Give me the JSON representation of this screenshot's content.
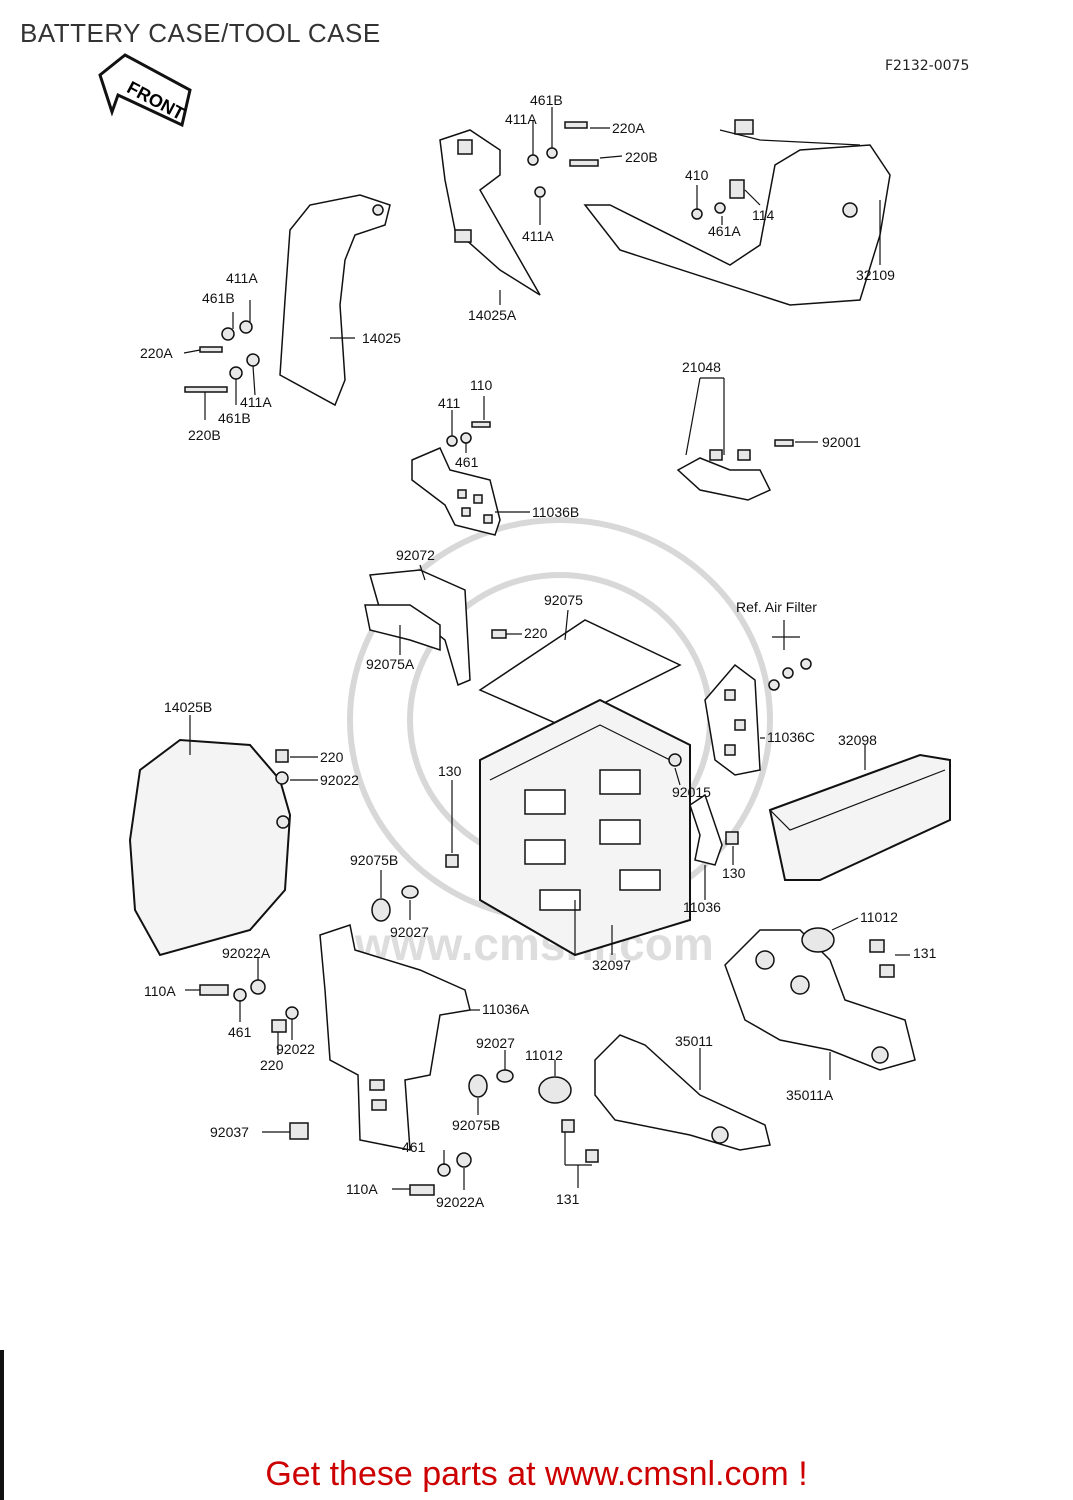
{
  "header": {
    "title": "BATTERY CASE/TOOL CASE",
    "diagram_code": "F2132-0075",
    "front_arrow_label": "FRONT"
  },
  "watermark": {
    "text": "www.cmsnl.com"
  },
  "footer": {
    "cta_text": "Get these parts at www.cmsnl.com !"
  },
  "callouts": {
    "c461B_top": "461B",
    "c411A_top": "411A",
    "c220A_top": "220A",
    "c220B_top": "220B",
    "c411A_mid": "411A",
    "c410": "410",
    "c114": "114",
    "c461A": "461A",
    "c32109": "32109",
    "c14025A": "14025A",
    "c411A_left": "411A",
    "c461B_left": "461B",
    "c220A_left": "220A",
    "c14025": "14025",
    "c411A_left2": "411A",
    "c461B_left2": "461B",
    "c220B_left": "220B",
    "c110_top": "110",
    "c411": "411",
    "c461_top": "461",
    "c11036B": "11036B",
    "c21048": "21048",
    "c92001": "92001",
    "c92072": "92072",
    "c92075": "92075",
    "c220_mid": "220",
    "c92075A": "92075A",
    "c14025B": "14025B",
    "c220_left": "220",
    "c92022_left": "92022",
    "c130_left": "130",
    "c92015": "92015",
    "c11036C": "11036C",
    "c32098": "32098",
    "c ref_air_filter": "Ref. Air Filter",
    "c130_right": "130",
    "c11036": "11036",
    "c92075B_top": "92075B",
    "c92027_top": "92027",
    "c32097": "32097",
    "c11012_right": "11012",
    "c131_right": "131",
    "c92022A_top": "92022A",
    "c110A_top": "110A",
    "c461_mid": "461",
    "c220_bottom": "220",
    "c92022_bottom": "92022",
    "c11036A": "11036A",
    "c92027_bottom": "92027",
    "c11012_mid": "11012",
    "c35011": "35011",
    "c35011A": "35011A",
    "c92075B_bottom": "92075B",
    "c92037": "92037",
    "c461_bottom": "461",
    "c110A_bottom": "110A",
    "c92022A_bottom": "92022A",
    "c131_bottom": "131"
  }
}
